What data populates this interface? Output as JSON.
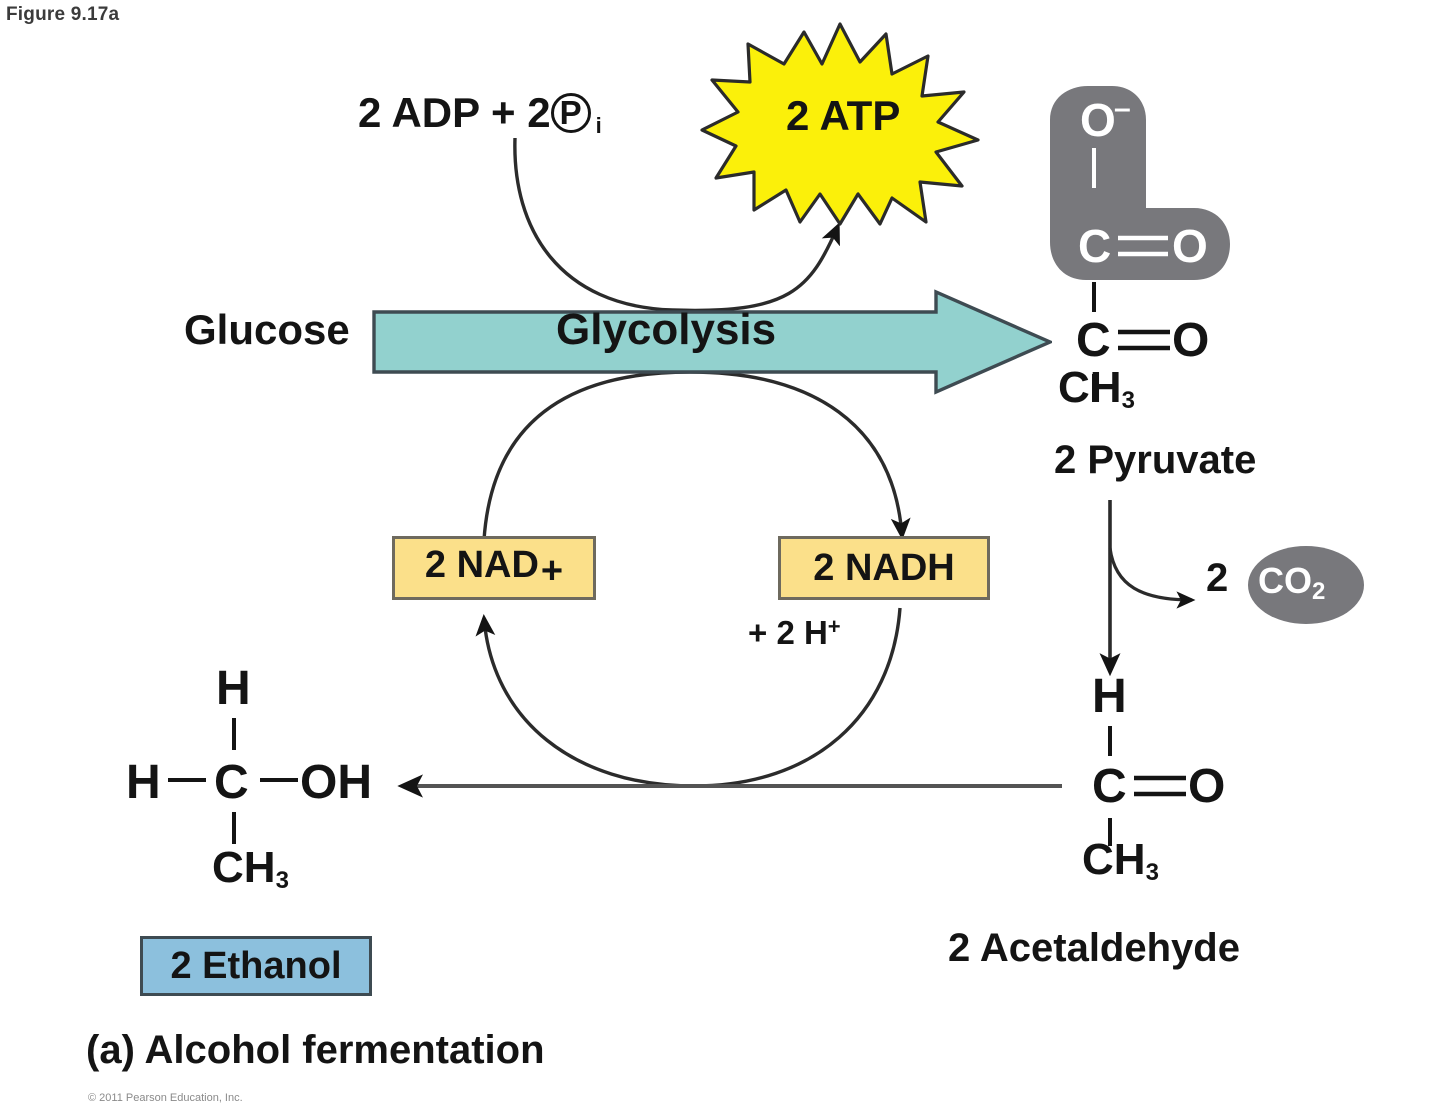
{
  "figure": {
    "label": "Figure 9.17a",
    "caption": "(a) Alcohol fermentation",
    "copyright": "© 2011 Pearson Education, Inc."
  },
  "colors": {
    "glycolysis_arrow": "#92d1ce",
    "atp_burst": "#fbf00a",
    "nad_box": "#fbe08a",
    "ethanol_box": "#8cc0dd",
    "highlight_gray": "#78787c",
    "stroke": "#141414"
  },
  "pathway": {
    "substrate_label": "Glucose",
    "process_label": "Glycolysis",
    "energy_input": {
      "prefix": "2 ADP + 2",
      "circled_p": "P",
      "subscript": "i"
    },
    "energy_output": "2 ATP",
    "cofactor_oxidized": {
      "text": "2 NAD",
      "charge": "+"
    },
    "cofactor_reduced": {
      "text": "2 NADH",
      "protons": "+ 2 H",
      "protons_charge": "+"
    },
    "co2_release": {
      "count": "2",
      "molecule": "CO",
      "subscript": "2"
    }
  },
  "molecules": {
    "pyruvate": {
      "label": "2 Pyruvate",
      "atoms": {
        "carboxyl_o_minus": "O",
        "charge": "–",
        "carboxyl_c": "C",
        "carboxyl_o": "O",
        "keto_c": "C",
        "keto_o": "O",
        "methyl": "CH",
        "methyl_sub": "3"
      }
    },
    "acetaldehyde": {
      "label": "2 Acetaldehyde",
      "atoms": {
        "hydrogen": "H",
        "carbonyl_c": "C",
        "carbonyl_o": "O",
        "methyl": "CH",
        "methyl_sub": "3"
      }
    },
    "ethanol": {
      "label": "2 Ethanol",
      "atoms": {
        "top_hydrogen": "H",
        "left_hydrogen": "H",
        "central_c": "C",
        "hydroxyl": "OH",
        "methyl": "CH",
        "methyl_sub": "3"
      }
    }
  },
  "chart_data": {
    "type": "diagram",
    "title": "Alcohol fermentation",
    "nodes": [
      {
        "id": "glucose",
        "label": "Glucose"
      },
      {
        "id": "glycolysis",
        "label": "Glycolysis"
      },
      {
        "id": "adp",
        "label": "2 ADP + 2 Pi"
      },
      {
        "id": "atp",
        "label": "2 ATP"
      },
      {
        "id": "nad",
        "label": "2 NAD+"
      },
      {
        "id": "nadh",
        "label": "2 NADH + 2 H+"
      },
      {
        "id": "pyruvate",
        "label": "2 Pyruvate"
      },
      {
        "id": "co2",
        "label": "2 CO2"
      },
      {
        "id": "acetaldehyde",
        "label": "2 Acetaldehyde"
      },
      {
        "id": "ethanol",
        "label": "2 Ethanol"
      }
    ],
    "edges": [
      {
        "from": "glucose",
        "to": "glycolysis"
      },
      {
        "from": "adp",
        "to": "atp",
        "via": "glycolysis"
      },
      {
        "from": "nad",
        "to": "nadh",
        "via": "glycolysis"
      },
      {
        "from": "glycolysis",
        "to": "pyruvate"
      },
      {
        "from": "pyruvate",
        "to": "co2"
      },
      {
        "from": "pyruvate",
        "to": "acetaldehyde"
      },
      {
        "from": "acetaldehyde",
        "to": "ethanol"
      },
      {
        "from": "nadh",
        "to": "nad",
        "via": "acetaldehyde-to-ethanol"
      }
    ]
  }
}
